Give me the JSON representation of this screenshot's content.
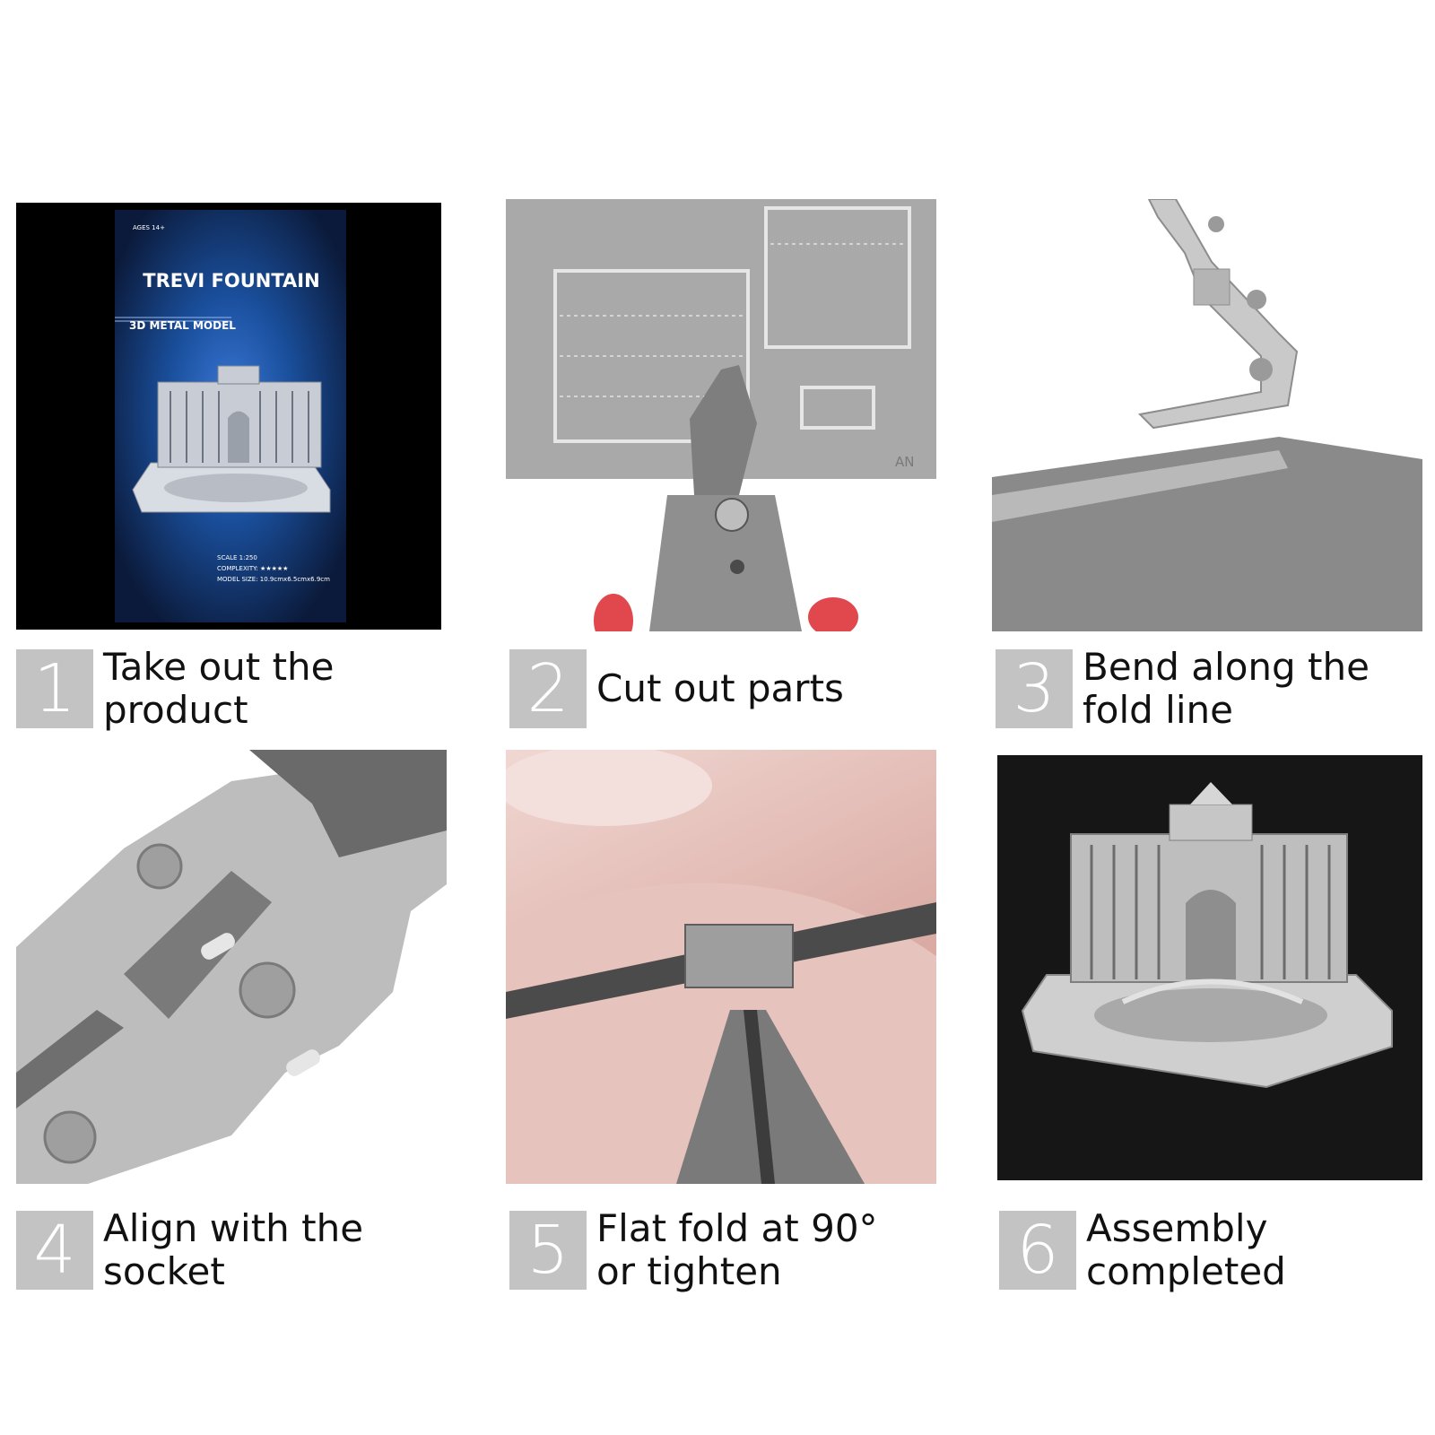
{
  "steps": [
    {
      "number": "1",
      "line1": "Take out the product",
      "line2": ""
    },
    {
      "number": "2",
      "line1": "Cut out parts",
      "line2": ""
    },
    {
      "number": "3",
      "line1": "Bend along the",
      "line2": "fold line"
    },
    {
      "number": "4",
      "line1": "Align with the socket",
      "line2": ""
    },
    {
      "number": "5",
      "line1": "Flat fold at 90°",
      "line2": "or tighten"
    },
    {
      "number": "6",
      "line1": "Assembly",
      "line2": "completed"
    }
  ],
  "box": {
    "ages": "AGES 14+",
    "title": "TREVI FOUNTAIN",
    "subtitle": "3D METAL MODEL",
    "scale": "SCALE 1:250",
    "complexity": "COMPLEXITY: ★★★★★",
    "size": "MODEL SIZE: 10.9cmx6.5cmx6.9cm"
  },
  "sheet_mark": "AN",
  "colors": {
    "badge": "#c3c3c3",
    "text": "#111111",
    "box_blue": "#1a4f9c"
  }
}
